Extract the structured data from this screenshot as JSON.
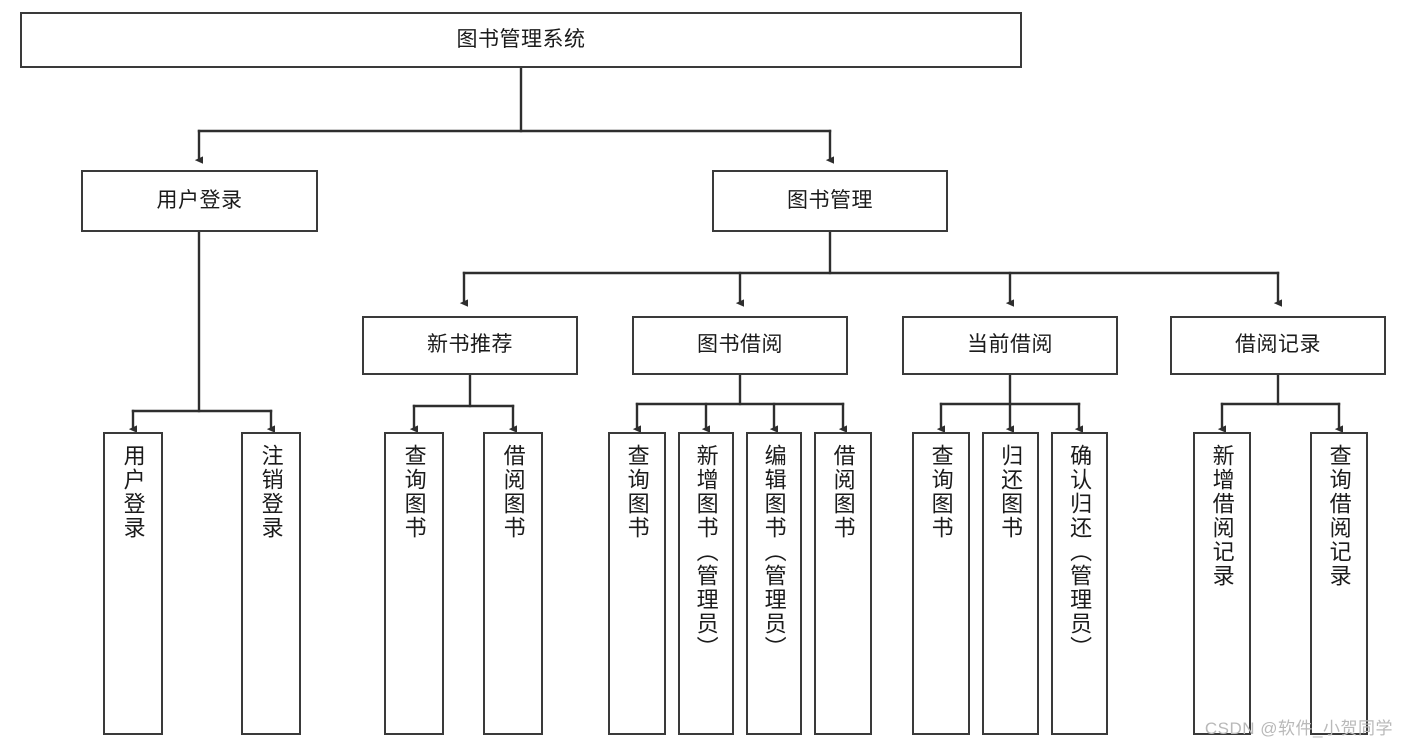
{
  "diagram": {
    "title": "图书管理系统",
    "type": "tree-hierarchy",
    "watermark": "CSDN @软件_小贺同学",
    "colors": {
      "stroke": "#3a3a3a",
      "fill": "#ffffff",
      "text": "#1b1b1b",
      "watermark": "#b9b9b9"
    },
    "nodes": {
      "root": {
        "label": "图书管理系统"
      },
      "level2": [
        {
          "id": "user-login",
          "label": "用户登录"
        },
        {
          "id": "book-management",
          "label": "图书管理"
        }
      ],
      "level3": [
        {
          "id": "new-book-recommend",
          "label": "新书推荐"
        },
        {
          "id": "book-borrow",
          "label": "图书借阅"
        },
        {
          "id": "current-borrow",
          "label": "当前借阅"
        },
        {
          "id": "borrow-record",
          "label": "借阅记录"
        }
      ],
      "leaves": {
        "user_login": [
          {
            "id": "leaf-user-login",
            "label": "用户登录"
          },
          {
            "id": "leaf-logout-login",
            "label": "注销登录"
          }
        ],
        "new_book_recommend": [
          {
            "id": "leaf-query-book-1",
            "label": "查询图书"
          },
          {
            "id": "leaf-borrow-book-1",
            "label": "借阅图书"
          }
        ],
        "book_borrow": [
          {
            "id": "leaf-query-book-2",
            "label": "查询图书"
          },
          {
            "id": "leaf-add-book",
            "label": "新增图书（管理员）"
          },
          {
            "id": "leaf-edit-book",
            "label": "编辑图书（管理员）"
          },
          {
            "id": "leaf-borrow-book-2",
            "label": "借阅图书"
          }
        ],
        "current_borrow": [
          {
            "id": "leaf-query-book-3",
            "label": "查询图书"
          },
          {
            "id": "leaf-return-book",
            "label": "归还图书"
          },
          {
            "id": "leaf-confirm-return",
            "label": "确认归还（管理员）"
          }
        ],
        "borrow_record": [
          {
            "id": "leaf-add-record",
            "label": "新增借阅记录"
          },
          {
            "id": "leaf-query-record",
            "label": "查询借阅记录"
          }
        ]
      }
    }
  }
}
